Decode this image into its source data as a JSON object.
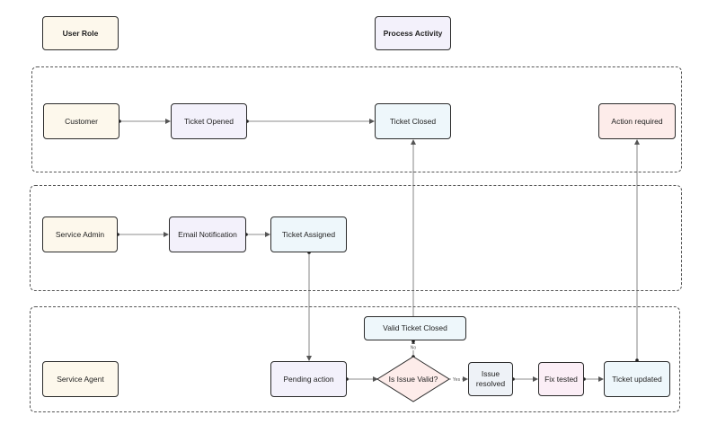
{
  "legend": {
    "user_role": "User Role",
    "process_activity": "Process Activity"
  },
  "lanes": {
    "customer": {
      "role": "Customer",
      "nodes": {
        "ticket_opened": "Ticket Opened",
        "ticket_closed": "Ticket Closed",
        "action_required": "Action required"
      }
    },
    "service_admin": {
      "role": "Service Admin",
      "nodes": {
        "email_notification": "Email Notification",
        "ticket_assigned": "Ticket Assigned"
      }
    },
    "service_agent": {
      "role": "Service Agent",
      "nodes": {
        "pending_action": "Pending action",
        "decision": "Is Issue Valid?",
        "valid_ticket_closed": "Valid Ticket Closed",
        "issue_resolved": "Issue resolved",
        "fix_tested": "Fix tested",
        "ticket_updated": "Ticket updated"
      }
    }
  },
  "edge_labels": {
    "no": "No",
    "yes": "Yes"
  },
  "colors": {
    "role_fill": "#fdf8ec",
    "activity_fill": "#f3f1fb",
    "closed_fill": "#eef7fb",
    "action_fill": "#fdecea",
    "fix_fill": "#fbeef6",
    "line": "#555555"
  }
}
